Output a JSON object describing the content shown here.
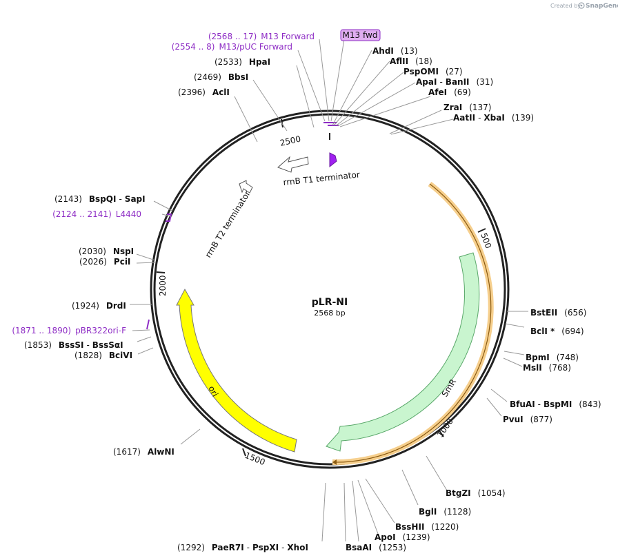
{
  "plasmid": {
    "name": "pLR-NI",
    "length_label": "2568 bp"
  },
  "credit": {
    "prefix": "Created by",
    "brand": "SnapGene"
  },
  "ring_ticks": [
    "2500",
    "500",
    "2000",
    "1000",
    "1500"
  ],
  "features": {
    "rrnB_T1": "rrnB T1 terminator",
    "rrnB_T2": "rrnB T2 terminator",
    "SmR": "SmR",
    "ori": "ori"
  },
  "m13_box": "M13 fwd",
  "primers": [
    {
      "range": "(2568 .. 17)",
      "name": "M13 Forward"
    },
    {
      "range": "(2554 .. 8)",
      "name": "M13/pUC Forward"
    },
    {
      "range": "(2124 .. 2141)",
      "name": "L4440"
    },
    {
      "range": "(1871 .. 1890)",
      "name": "pBR322ori-F"
    }
  ],
  "enzymes": {
    "AhdI": {
      "name": "AhdI",
      "pos": "(13)"
    },
    "AflII": {
      "name": "AflII",
      "pos": "(18)"
    },
    "PspOMI": {
      "name": "PspOMI",
      "pos": "(27)"
    },
    "ApaI": {
      "name": "ApaI",
      "name2": "BanII",
      "pos": "(31)"
    },
    "AfeI": {
      "name": "AfeI",
      "pos": "(69)"
    },
    "ZraI": {
      "name": "ZraI",
      "pos": "(137)"
    },
    "AatII": {
      "name": "AatII",
      "name2": "XbaI",
      "pos": "(139)"
    },
    "BstEII": {
      "name": "BstEII",
      "pos": "(656)"
    },
    "BclI": {
      "name": "BclI *",
      "pos": "(694)"
    },
    "BpmI": {
      "name": "BpmI",
      "pos": "(748)"
    },
    "MslI": {
      "name": "MslI",
      "pos": "(768)"
    },
    "BfuAI": {
      "name": "BfuAI",
      "name2": "BspMI",
      "pos": "(843)"
    },
    "PvuI": {
      "name": "PvuI",
      "pos": "(877)"
    },
    "BtgZI": {
      "name": "BtgZI",
      "pos": "(1054)"
    },
    "BglI": {
      "name": "BglI",
      "pos": "(1128)"
    },
    "BssHII": {
      "name": "BssHII",
      "pos": "(1220)"
    },
    "ApoI": {
      "name": "ApoI",
      "pos": "(1239)"
    },
    "BsaAI": {
      "name": "BsaAI",
      "pos": "(1253)"
    },
    "PaeR7I": {
      "pos": "(1292)",
      "name": "PaeR7I",
      "name2": "PspXI",
      "name3": "XhoI"
    },
    "AlwNI": {
      "pos": "(1617)",
      "name": "AlwNI"
    },
    "BciVI": {
      "pos": "(1828)",
      "name": "BciVI"
    },
    "BssSI": {
      "pos": "(1853)",
      "name": "BssSI",
      "name2": "BssSαI"
    },
    "DrdI": {
      "pos": "(1924)",
      "name": "DrdI"
    },
    "PciI": {
      "pos": "(2026)",
      "name": "PciI"
    },
    "NspI": {
      "pos": "(2030)",
      "name": "NspI"
    },
    "BspQI": {
      "pos": "(2143)",
      "name": "BspQI",
      "name2": "SapI"
    },
    "AclI": {
      "pos": "(2396)",
      "name": "AclI"
    },
    "BbsI": {
      "pos": "(2469)",
      "name": "BbsI"
    },
    "HpaI": {
      "pos": "(2533)",
      "name": "HpaI"
    }
  },
  "colors": {
    "primer": "#8e2dc5",
    "smr_fill": "#c9f5cf",
    "smr_stroke": "#5aa86a",
    "ori_fill": "#ffff00",
    "highlight": "#f6cf8d",
    "terminator_stroke": "#555555",
    "m13_arrow": "#a020f0"
  }
}
